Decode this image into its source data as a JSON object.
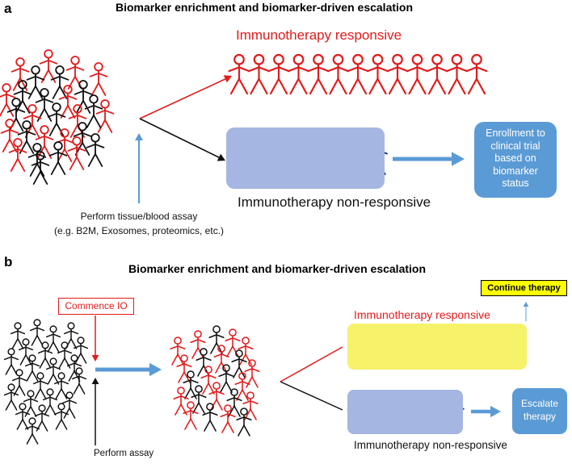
{
  "colors": {
    "red": "#e21b1b",
    "black": "#111111",
    "orange": "#e7800f",
    "navy": "#1f3b6e",
    "arrow_blue": "#5b9bd5",
    "box_lavender": "#a6b6e2",
    "box_blue": "#5b9bd5",
    "box_yellow": "#f6f26a"
  },
  "panel_a": {
    "letter": "a",
    "title": "Biomarker enrichment and biomarker-driven escalation",
    "responsive_label": "Immunotherapy responsive",
    "nonresponsive_label": "Immunotherapy non-responsive",
    "assay_line1": "Perform tissue/blood assay",
    "assay_line2": "(e.g. B2M, Exosomes, proteomics, etc.)",
    "enrollment": [
      "Enrollment to",
      "clinical trial",
      "based on",
      "biomarker",
      "status"
    ]
  },
  "panel_b": {
    "letter": "b",
    "title": "Biomarker enrichment and biomarker-driven escalation",
    "commence": "Commence IO",
    "perform_assay": "Perform assay",
    "responsive_label": "Immunotherapy responsive",
    "nonresponsive_label": "Immunotherapy non-responsive",
    "continue": "Continue therapy",
    "escalate": [
      "Escalate",
      "therapy"
    ]
  }
}
